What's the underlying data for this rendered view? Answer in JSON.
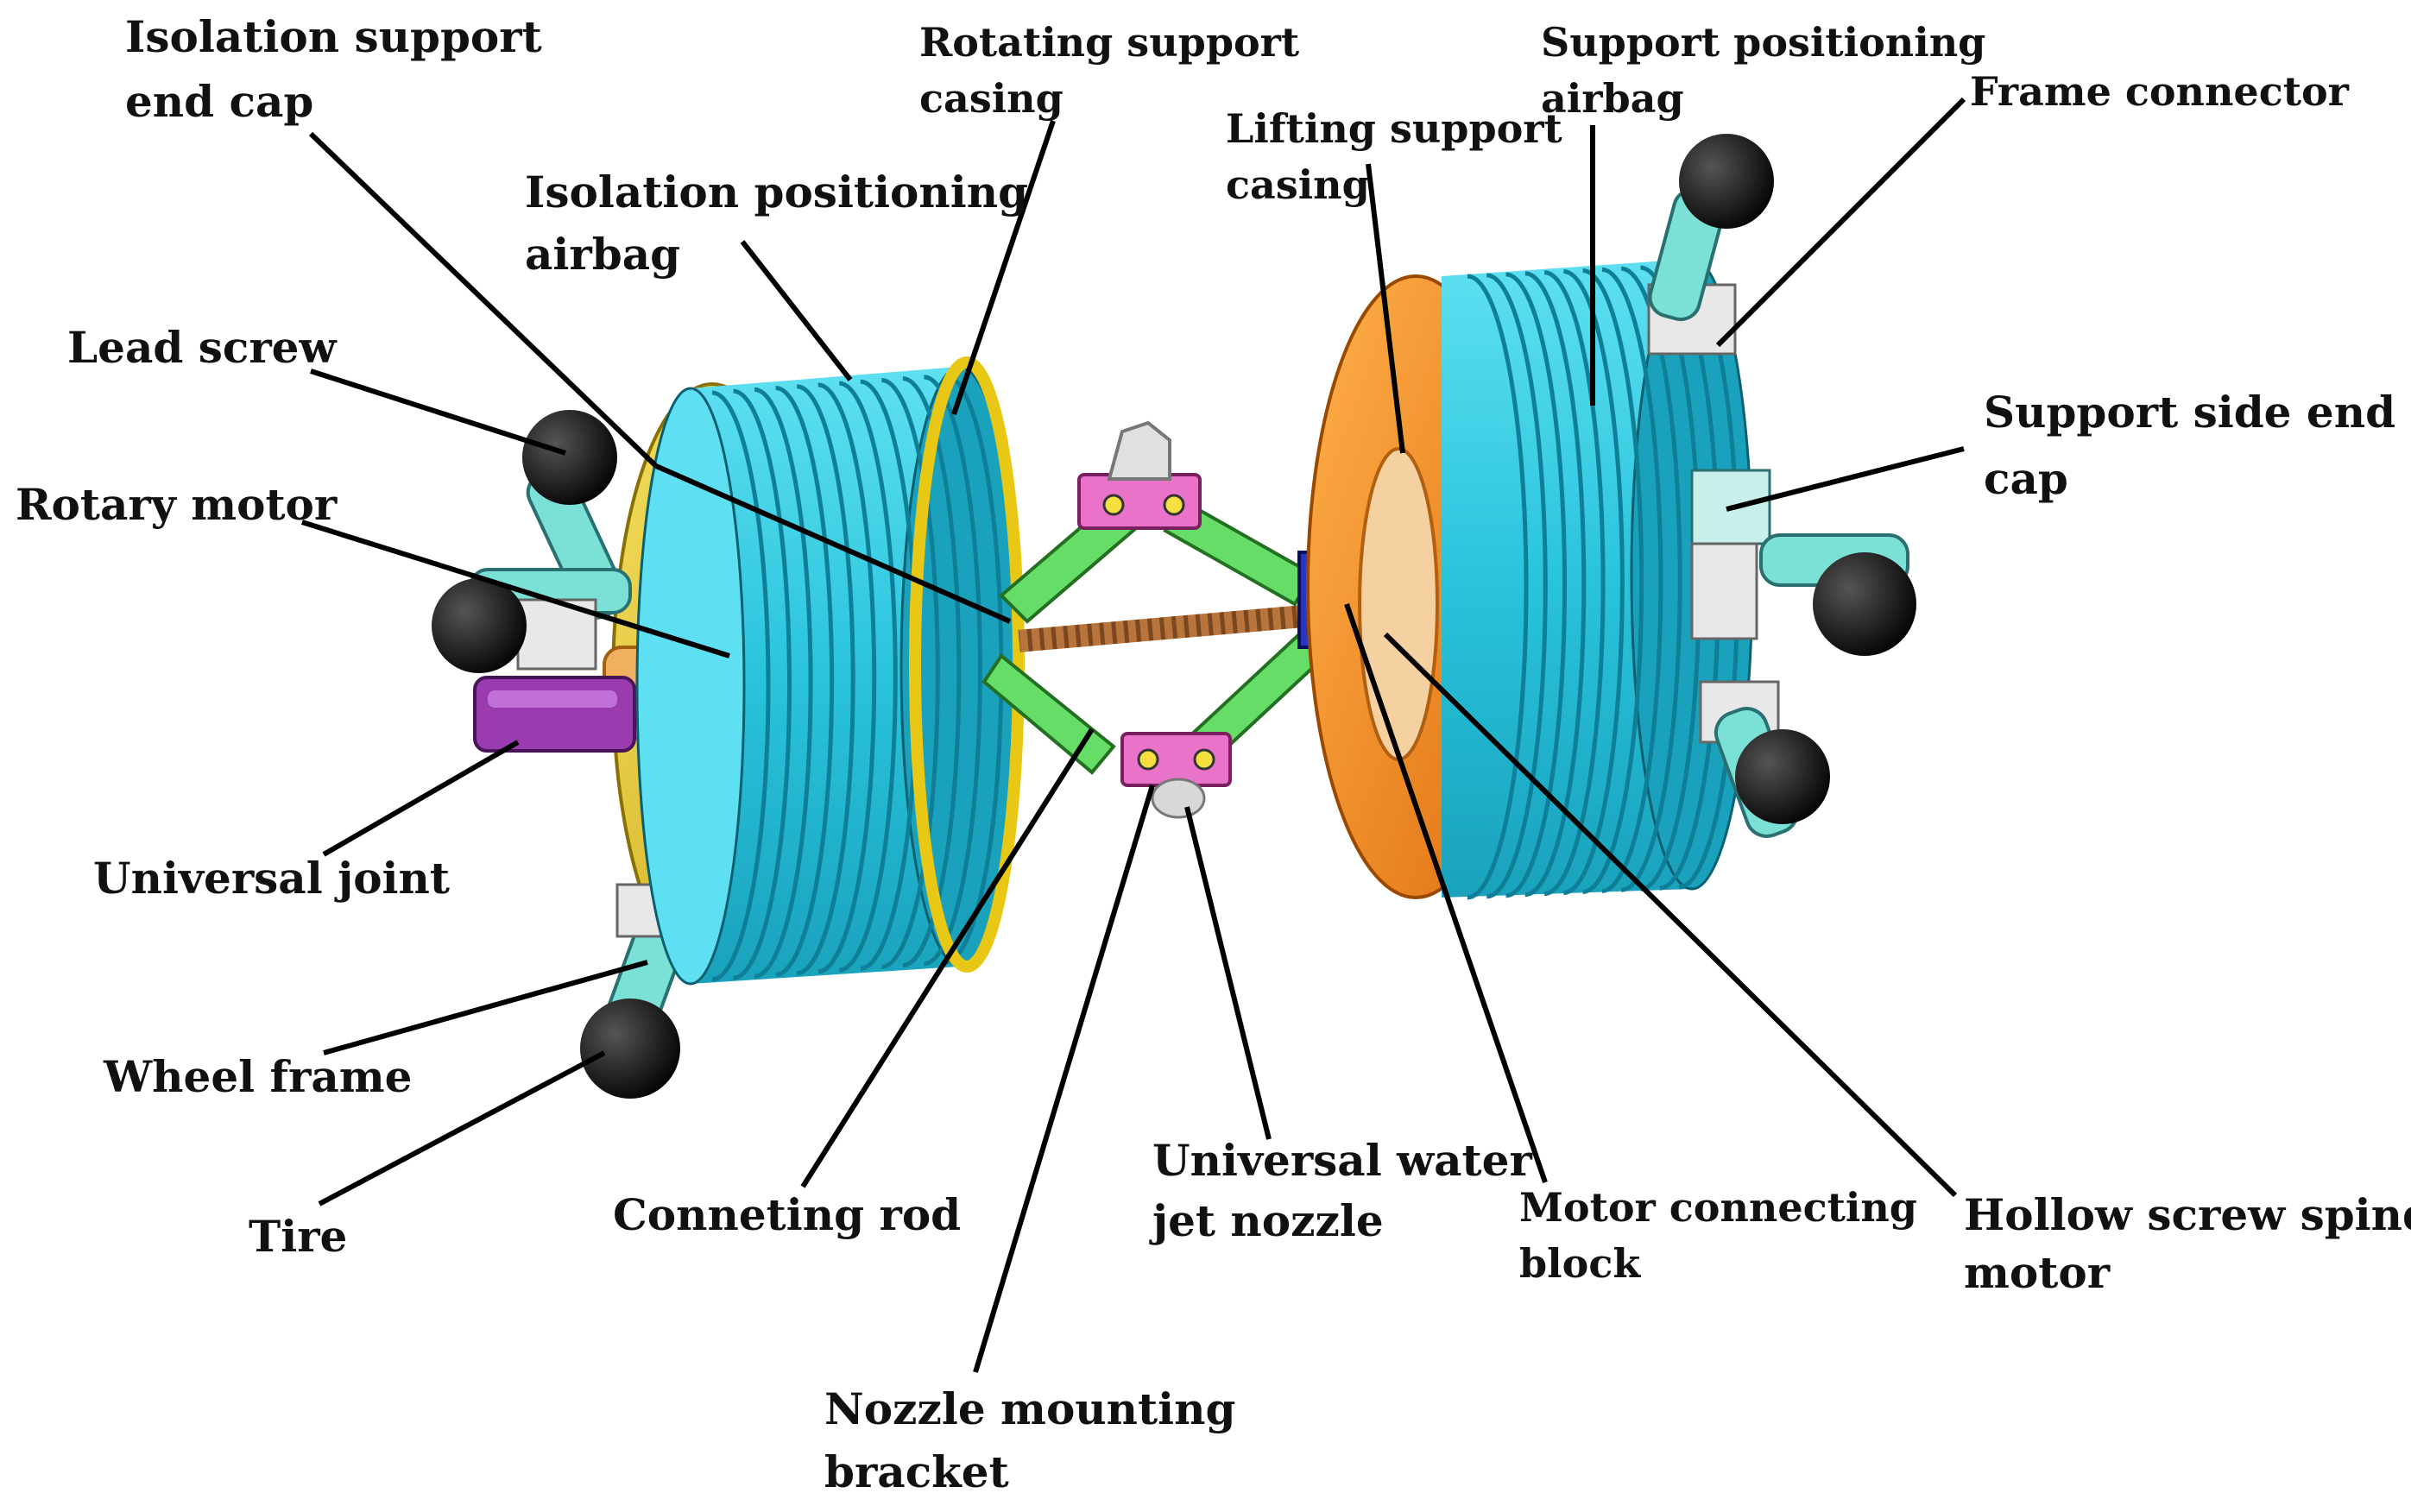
{
  "labels": {
    "isolation_support_end_cap": [
      "Isolation support",
      "end cap"
    ],
    "rotating_support_casing": [
      "Rotating support",
      "casing"
    ],
    "isolation_positioning_airbag": [
      "Isolation positioning",
      "airbag"
    ],
    "lifting_support_casing": [
      "Lifting support",
      "casing"
    ],
    "support_positioning_airbag": [
      "Support positioning",
      "airbag"
    ],
    "frame_connector": [
      "Frame connector"
    ],
    "lead_screw": [
      "Lead screw"
    ],
    "rotary_motor": [
      "Rotary motor"
    ],
    "support_side_end_cap": [
      "Support side end",
      "cap"
    ],
    "universal_joint": [
      "Universal joint"
    ],
    "wheel_frame": [
      "Wheel frame"
    ],
    "tire": [
      "Tire"
    ],
    "conneting_rod": [
      "Conneting rod"
    ],
    "universal_water_jet_nozzle": [
      "Universal water",
      "jet nozzle"
    ],
    "motor_connecting_block": [
      "Motor connecting",
      "block"
    ],
    "hollow_screw_spindle_motor": [
      "Hollow screw spindle",
      "motor"
    ],
    "nozzle_mounting_bracket": [
      "Nozzle mounting",
      "bracket"
    ]
  },
  "colors": {
    "airbag": "#29c4dc",
    "airbag_groove": "#0f7f98",
    "support_casing": "#f5901e",
    "end_cap": "#e8c814",
    "rod": "#66dd66",
    "bracket": "#e873c8",
    "wheel_frame": "#7be0d6",
    "tire": "#111111",
    "universal_joint": "#9a3cb0",
    "lead_screw": "#b8743a",
    "motor": "#2a36c8",
    "leader_line": "#000000"
  }
}
